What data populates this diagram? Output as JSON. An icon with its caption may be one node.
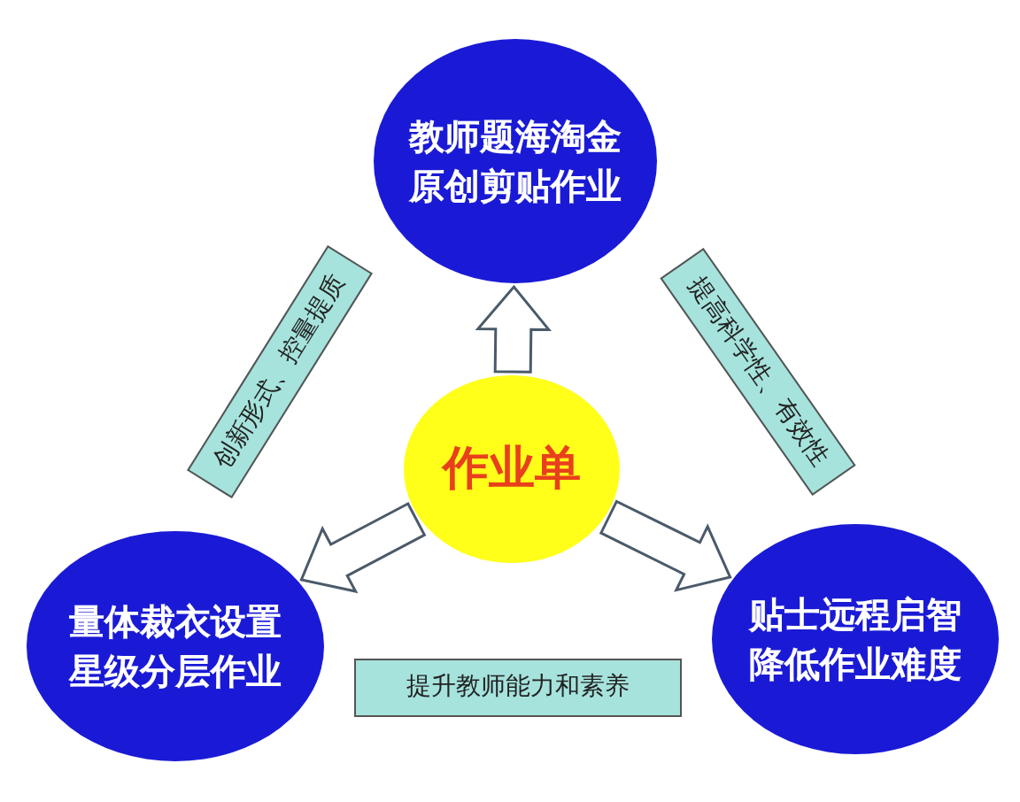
{
  "diagram": {
    "nodes": [
      {
        "text": [
          "作业单"
        ]
      },
      {
        "text": [
          "教师题海淘金",
          "原创剪贴作业"
        ]
      },
      {
        "text": [
          "量体裁衣设置",
          "星级分层作业"
        ]
      },
      {
        "text": [
          "贴士远程启智",
          "降低作业难度"
        ]
      },
      {
        "text": [
          "创新形式、控量提质"
        ]
      },
      {
        "text": [
          "提高科学性、有效性"
        ]
      },
      {
        "text": [
          "提升教师能力和素养"
        ]
      }
    ],
    "edges": [
      {
        "from": 0,
        "to": 1,
        "arrow": "to"
      },
      {
        "from": 0,
        "to": 2,
        "arrow": "to"
      },
      {
        "from": 0,
        "to": 3,
        "arrow": "to"
      }
    ]
  }
}
